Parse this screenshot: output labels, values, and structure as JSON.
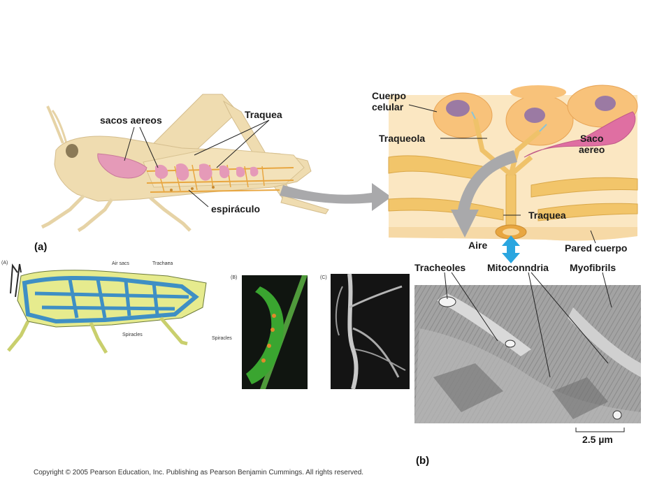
{
  "panel_a": {
    "letter": "(a)",
    "labels": {
      "air_sacs": "sacos  aereos",
      "trachea": "Traquea",
      "spiracle": "espiráculo"
    }
  },
  "panel_b": {
    "letter": "(b)",
    "labels": {
      "cell_body": "Cuerpo\ncelular",
      "tracheole": "Traqueola",
      "air_sac": "Saco\naereo",
      "trachea": "Traquea",
      "air": "Aire",
      "body_wall": "Pared  cuerpo",
      "tracheoles": "Tracheoles",
      "mitochondria": "Mitoconndria",
      "myofibrils": "Myofibrils",
      "scale_bar": "2.5 µm"
    }
  },
  "panel_A_small": {
    "letter": "(A)",
    "labels": {
      "air_sacs": "Air sacs",
      "trachaea": "Trachaea",
      "spiracles": "Spiracles"
    }
  },
  "panel_B_small": {
    "letter": "(B)",
    "labels": {
      "spiracles": "Spiracles"
    }
  },
  "panel_C_small": {
    "letter": "(C)"
  },
  "copyright": "Copyright © 2005 Pearson Education, Inc. Publishing as Pearson Benjamin Cummings. All rights reserved.",
  "colors": {
    "grasshopper_body": "#efdcb0",
    "air_sac_pink": "#e59ab8",
    "trachea_orange": "#e8a640",
    "cell_orange": "#f8c27a",
    "nucleus_purple": "#9b7aa3",
    "background_tissue": "#fbe7c2",
    "arrow_gray": "#a9a9ab",
    "arrow_blue": "#2aa6e0",
    "diagram_blue": "#3f8fc4",
    "diagram_yellow": "#e6eb8e",
    "caterpillar_green": "#3aa530",
    "micrograph_gray": "#9a9a9a"
  }
}
